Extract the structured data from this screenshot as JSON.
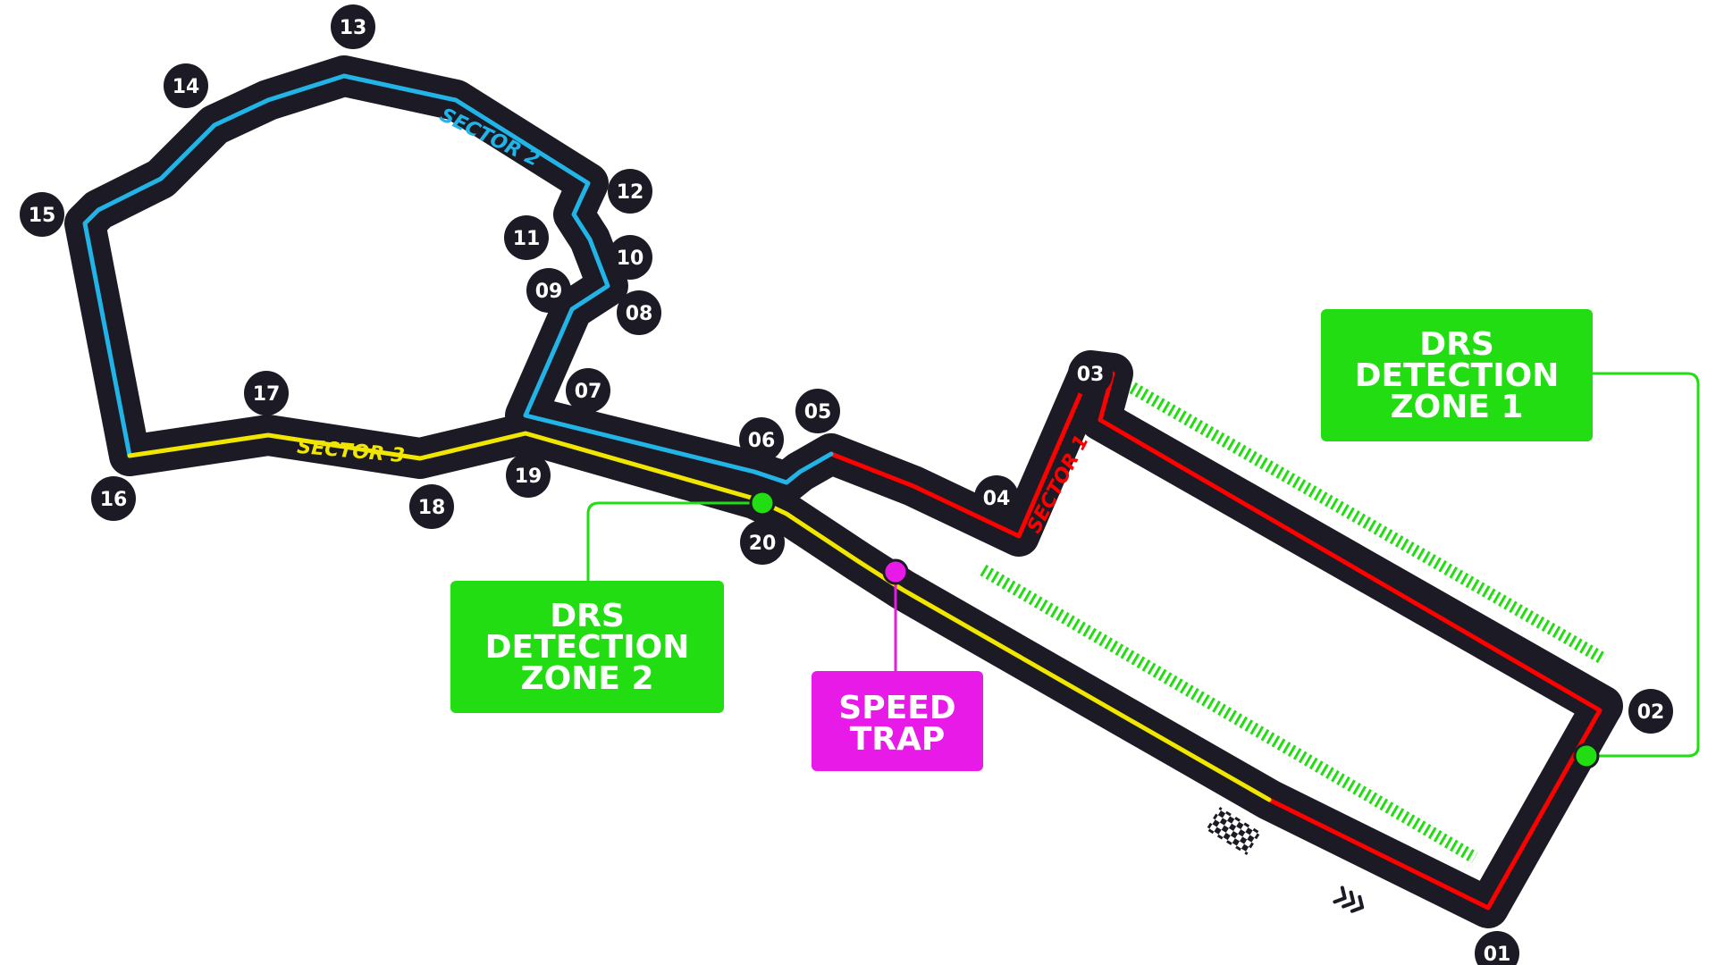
{
  "colors": {
    "track": "#1c1a24",
    "sector1": "#ff0000",
    "sector2": "#22b4e6",
    "sector3": "#f0e600",
    "drs": "#22dd11",
    "speed_trap": "#e81ae8",
    "turn_marker": "#1c1a24"
  },
  "icons": {
    "start_finish": "checkered-flag-icon",
    "direction": "direction-chevrons-icon"
  },
  "turns": [
    "01",
    "02",
    "03",
    "04",
    "05",
    "06",
    "07",
    "08",
    "09",
    "10",
    "11",
    "12",
    "13",
    "14",
    "15",
    "16",
    "17",
    "18",
    "19",
    "20"
  ],
  "sectors": {
    "sector1": "SECTOR 1",
    "sector2": "SECTOR 2",
    "sector3": "SECTOR 3"
  },
  "callouts": {
    "drs_zone_1": [
      "DRS",
      "DETECTION",
      "ZONE 1"
    ],
    "drs_zone_2": [
      "DRS",
      "DETECTION",
      "ZONE 2"
    ],
    "speed_trap": [
      "SPEED",
      "TRAP"
    ]
  }
}
